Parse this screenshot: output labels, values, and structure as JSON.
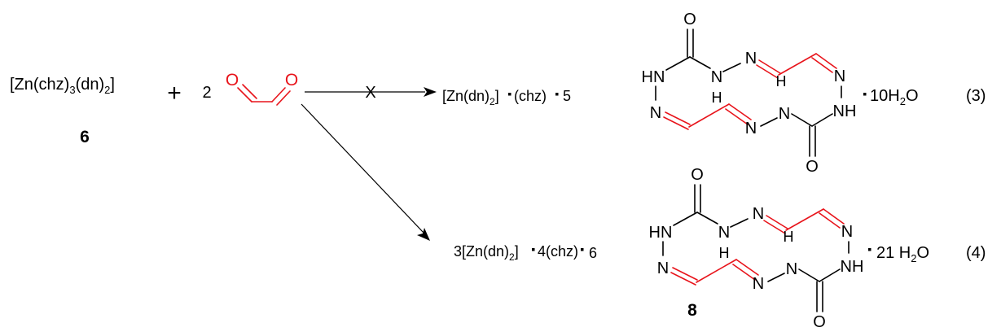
{
  "reactant": {
    "complex_open": "[Zn(chz)",
    "sub3": "3",
    "mid": "(dn)",
    "sub2": "2",
    "close": "]",
    "label": "6",
    "plus": "+",
    "coeff": "2",
    "o_left": "O",
    "o_right": "O"
  },
  "blocked": {
    "x_mark": "X"
  },
  "product3": {
    "prefix_open": "[Zn(dn)",
    "prefix_sub": "2",
    "prefix_close": "]",
    "chz": "(chz)",
    "coeff": "5",
    "water_coeff": "10H",
    "water_sub": "2",
    "water_o": "O",
    "eq_number": "(3)"
  },
  "product4": {
    "prefix_open": "3[Zn(dn)",
    "prefix_sub": "2",
    "prefix_close": "]",
    "chz": "4(chz)",
    "coeff": "6",
    "water_coeff": "21 H",
    "water_sub": "2",
    "water_o": "O",
    "eq_number": "(4)",
    "label": "8"
  },
  "macrocycle_atoms": {
    "o": "O",
    "n": "N",
    "h": "H",
    "hn": "HN",
    "nh": "NH"
  }
}
